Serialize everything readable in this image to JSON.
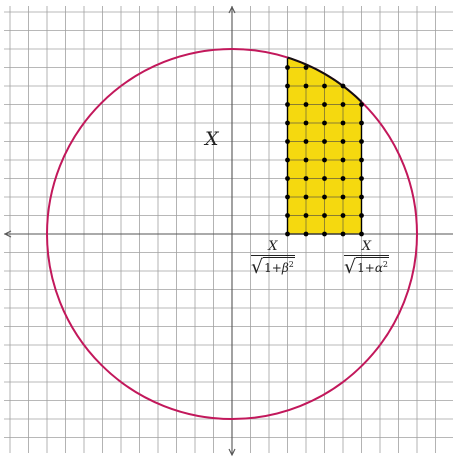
{
  "labels": {
    "radius": "X",
    "frac_beta": {
      "numerator": "X",
      "one": "1",
      "plus": "+",
      "greek": "β",
      "exp": "2"
    },
    "frac_alpha": {
      "numerator": "X",
      "one": "1",
      "plus": "+",
      "greek": "α",
      "exp": "2"
    }
  },
  "diagram": {
    "circle_radius_grid_units": 10,
    "lattice_x_units": [
      3,
      4,
      5,
      6,
      7
    ],
    "lattice_y_units": [
      1,
      2,
      3,
      4,
      5,
      6,
      7,
      8,
      9
    ],
    "colors": {
      "circle": "#c2185b",
      "fill": "#f5d90f",
      "grid": "#a0a0a0",
      "axis": "#555555",
      "dot": "#000000"
    }
  }
}
